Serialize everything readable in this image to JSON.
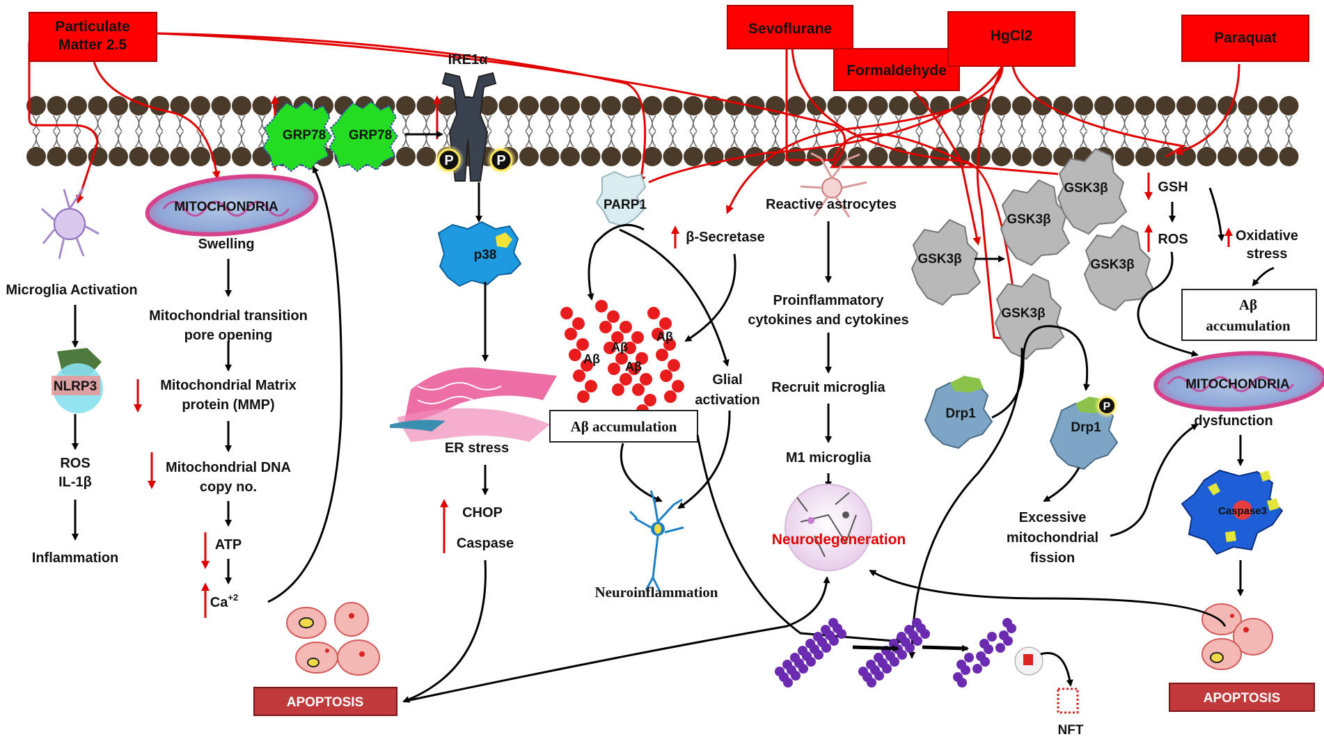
{
  "toxicants": {
    "pm25": "Particulate\nMatter 2.5",
    "sevoflurane": "Sevoflurane",
    "formaldehyde": "Formaldehyde",
    "hgcl2": "HgCl2",
    "paraquat": "Paraquat"
  },
  "membrane": {
    "ire1a": "IRE1α",
    "grp78_a": "GRP78",
    "grp78_b": "GRP78",
    "p_a": "P",
    "p_b": "P"
  },
  "microglia_path": {
    "activation": "Microglia Activation",
    "nlrp3": "NLRP3",
    "ros": "ROS",
    "il1b": "IL-1β",
    "inflammation": "Inflammation"
  },
  "mito_path": {
    "mitochondria": "MITOCHONDRIA",
    "swelling": "Swelling",
    "mtp": "Mitochondrial transition\npore opening",
    "mmp": "Mitochondrial Matrix\nprotein (MMP)",
    "mtdna": "Mitochondrial DNA\ncopy no.",
    "atp": "ATP",
    "ca": "Ca",
    "ca_sup": "+2"
  },
  "er_path": {
    "p38": "p38",
    "er_stress": "ER stress",
    "chop": "CHOP",
    "caspase": "Caspase"
  },
  "amyloid_path": {
    "parp1": "PARP1",
    "beta_secretase": "β-Secretase",
    "abeta": "Aβ",
    "abeta_accum": "Aβ accumulation",
    "glial": "Glial\nactivation",
    "neuroinflammation": "Neuroinflammation"
  },
  "astro_path": {
    "reactive": "Reactive astrocytes",
    "cytokines": "Proinflammatory\ncytokines and cytokines",
    "recruit": "Recruit microglia",
    "m1": "M1 microglia",
    "neurodegeneration": "Neurodegeneration"
  },
  "gsk_path": {
    "gsk3b": "GSK3β",
    "drp1": "Drp1",
    "p": "P",
    "fission": "Excessive\nmitochondrial\nfission",
    "nft": "NFT"
  },
  "paraquat_path": {
    "gsh": "GSH",
    "ros": "ROS",
    "oxidative": "Oxidative\nstress",
    "abeta_accum": "Aβ\naccumulation",
    "mitochondria": "MITOCHONDRIA",
    "dysfunction": "dysfunction",
    "caspase3": "Caspase3"
  },
  "apoptosis": {
    "left": "APOPTOSIS",
    "right": "APOPTOSIS"
  },
  "colors": {
    "red_box": "#ff0000",
    "red_arrow": "#e00000",
    "membrane_head": "#4a3a2a",
    "grp78": "#22dd22",
    "p38": "#1e9be0",
    "gsk3b": "#b8b8b8",
    "drp1": "#7da6c6",
    "tau": "#6a2bb0",
    "apoptosis_box": "#c0393b"
  }
}
